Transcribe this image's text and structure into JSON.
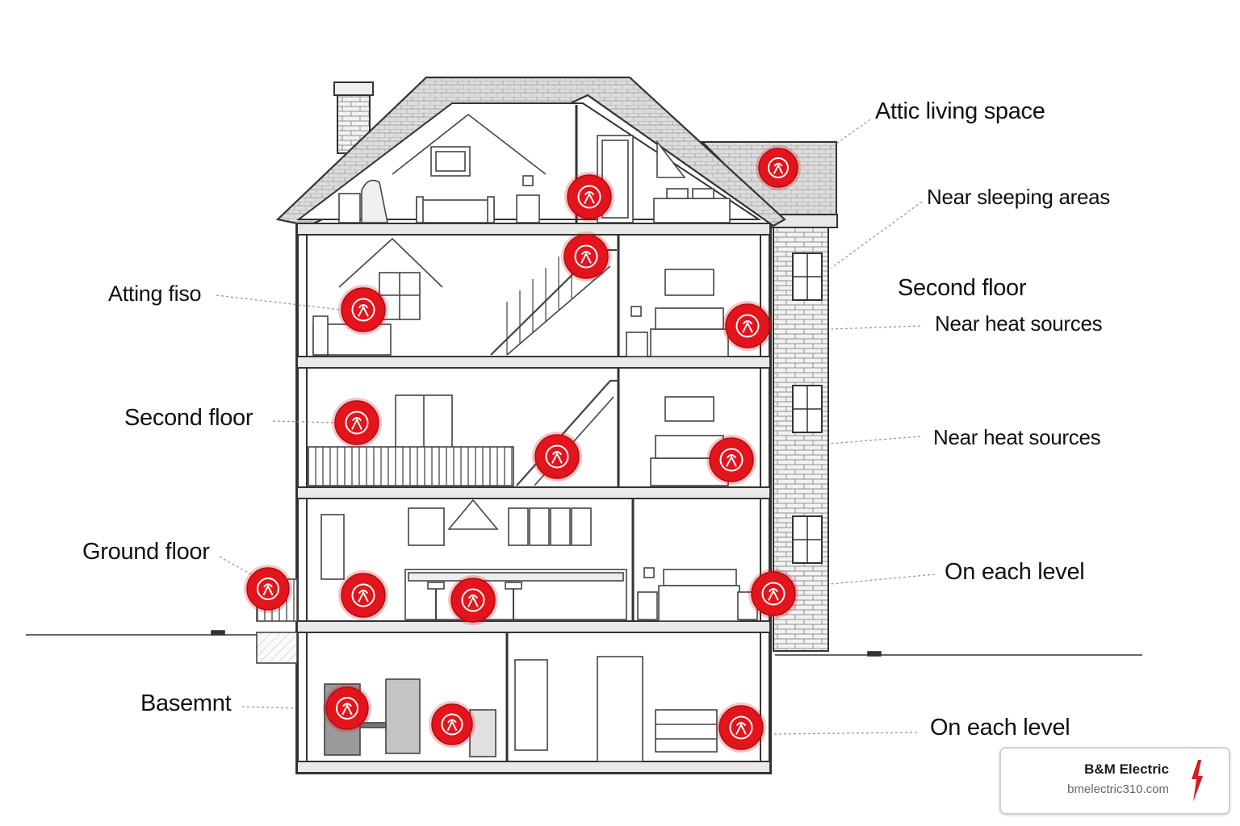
{
  "labels": {
    "attic_living_space": "Attic living space",
    "near_sleeping_areas": "Near sleeping areas",
    "second_floor_right": "Second floor",
    "near_heat_sources_1": "Near heat sources",
    "near_heat_sources_2": "Near heat sources",
    "on_each_level_1": "On each level",
    "on_each_level_2": "On each level",
    "atting_fiso": "Atting fiso",
    "second_floor_left": "Second floor",
    "ground_floor": "Ground floor",
    "basement": "Basemnt"
  },
  "brand": {
    "name": "B&M Electric",
    "url": "bmelectric310.com"
  },
  "icons": {
    "detector": "smoke-detector-icon",
    "bolt": "lightning-bolt-icon"
  },
  "colors": {
    "detector_red": "#e3141b",
    "line": "#3a3a3a",
    "brick": "#8a8a8a",
    "wall_fill": "#f4f4f4",
    "bolt_red": "#d81c24"
  }
}
